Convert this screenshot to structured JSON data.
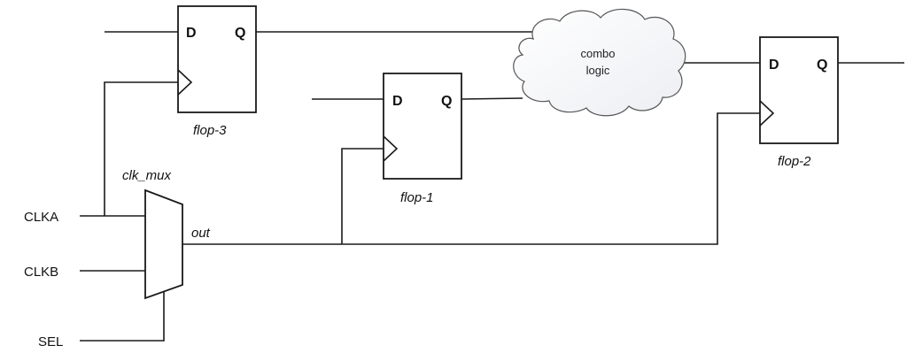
{
  "diagram": {
    "type": "clock-mux-circuit",
    "flops": [
      {
        "id": "flop-3",
        "label": "flop-3",
        "d_pin": "D",
        "q_pin": "Q"
      },
      {
        "id": "flop-1",
        "label": "flop-1",
        "d_pin": "D",
        "q_pin": "Q"
      },
      {
        "id": "flop-2",
        "label": "flop-2",
        "d_pin": "D",
        "q_pin": "Q"
      }
    ],
    "cloud": {
      "line1": "combo",
      "line2": "logic"
    },
    "mux": {
      "label": "clk_mux",
      "output_label": "out"
    },
    "inputs": {
      "clka": "CLKA",
      "clkb": "CLKB",
      "sel": "SEL"
    },
    "connections": [
      {
        "from": "CLKA",
        "to": "clk_mux"
      },
      {
        "from": "CLKA",
        "to": "flop-3.clk"
      },
      {
        "from": "CLKB",
        "to": "clk_mux"
      },
      {
        "from": "SEL",
        "to": "clk_mux.sel"
      },
      {
        "from": "clk_mux.out",
        "to": "flop-1.clk"
      },
      {
        "from": "clk_mux.out",
        "to": "flop-2.clk"
      },
      {
        "from": "flop-3.Q",
        "to": "combo logic"
      },
      {
        "from": "flop-1.Q",
        "to": "combo logic"
      },
      {
        "from": "combo logic",
        "to": "flop-2.D"
      }
    ]
  }
}
